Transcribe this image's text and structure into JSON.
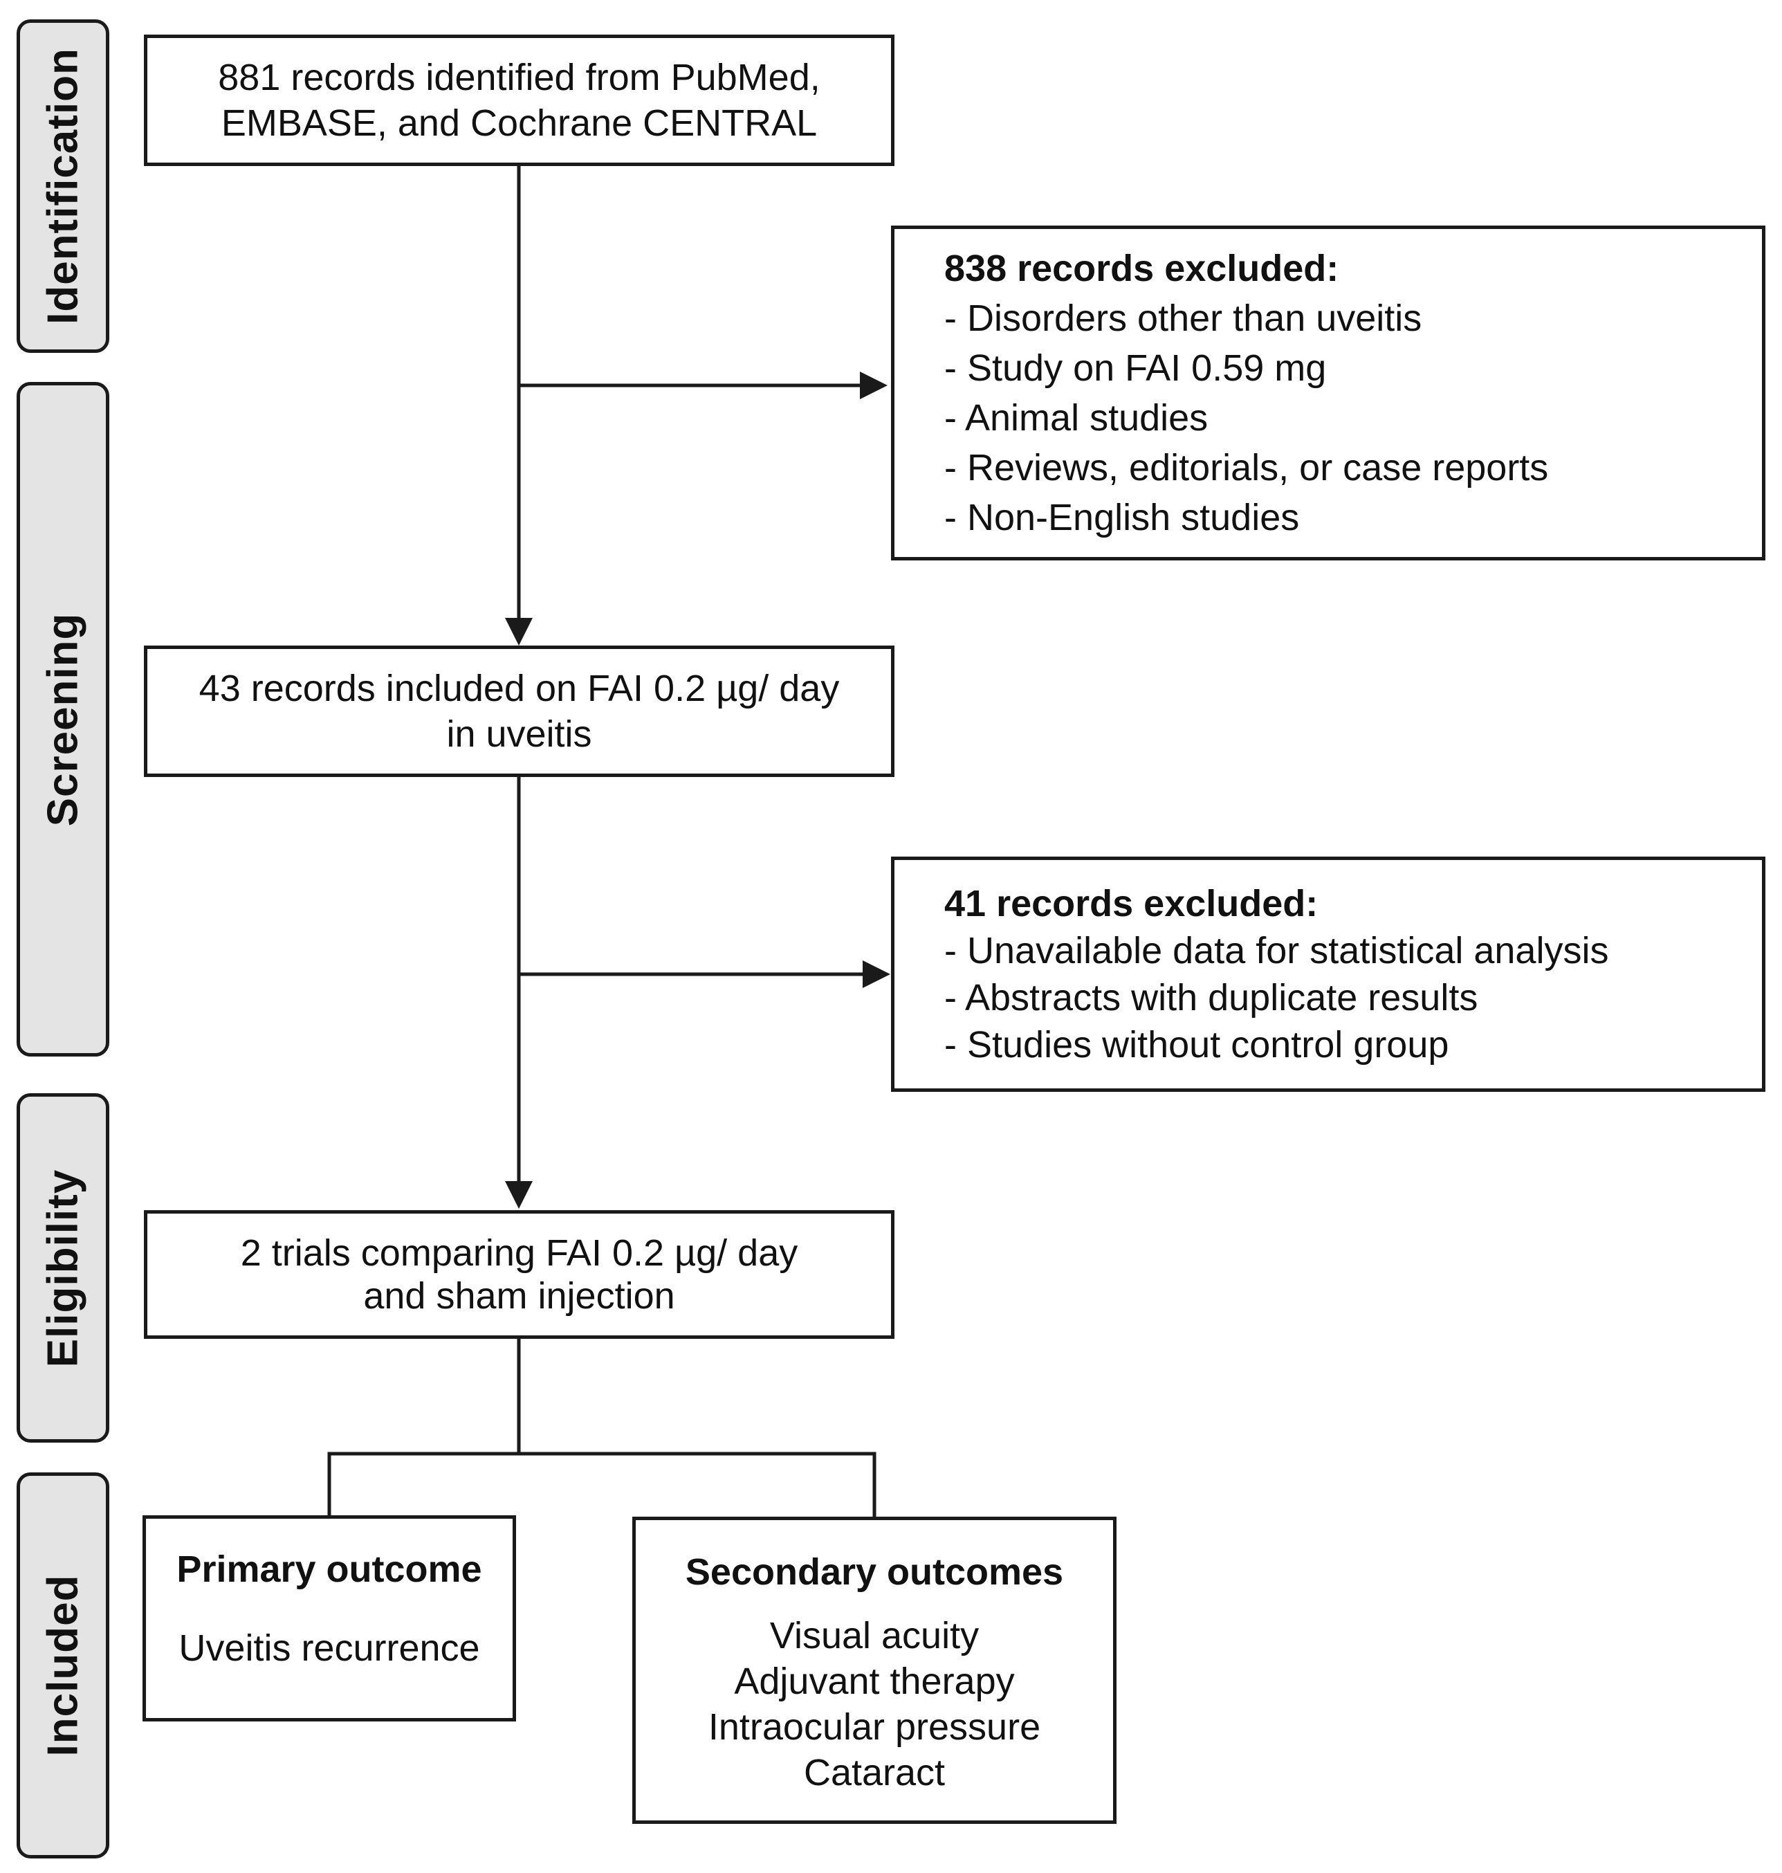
{
  "stages": [
    {
      "label": "Identification"
    },
    {
      "label": "Screening"
    },
    {
      "label": "Eligibility"
    },
    {
      "label": "Included"
    }
  ],
  "boxes": {
    "identified": {
      "line1": "881 records identified from PubMed,",
      "line2": "EMBASE, and Cochrane CENTRAL"
    },
    "excluded_1": {
      "title": "838 records excluded:",
      "items": [
        "- Disorders other than uveitis",
        "- Study on FAI 0.59 mg",
        "- Animal studies",
        "- Reviews, editorials, or case reports",
        "- Non-English studies"
      ]
    },
    "included_screening": {
      "line1": "43 records included on FAI 0.2 µg/ day",
      "line2": "in uveitis"
    },
    "excluded_2": {
      "title": "41 records excluded:",
      "items": [
        "- Unavailable data for statistical analysis",
        "- Abstracts with duplicate results",
        "- Studies without control group"
      ]
    },
    "eligible": {
      "line1": "2 trials comparing FAI 0.2 µg/ day",
      "line2": "and sham injection"
    },
    "primary": {
      "title": "Primary outcome",
      "items": [
        "Uveitis recurrence"
      ]
    },
    "secondary": {
      "title": "Secondary outcomes",
      "items": [
        "Visual acuity",
        "Adjuvant therapy",
        "Intraocular pressure",
        "Cataract"
      ]
    }
  }
}
